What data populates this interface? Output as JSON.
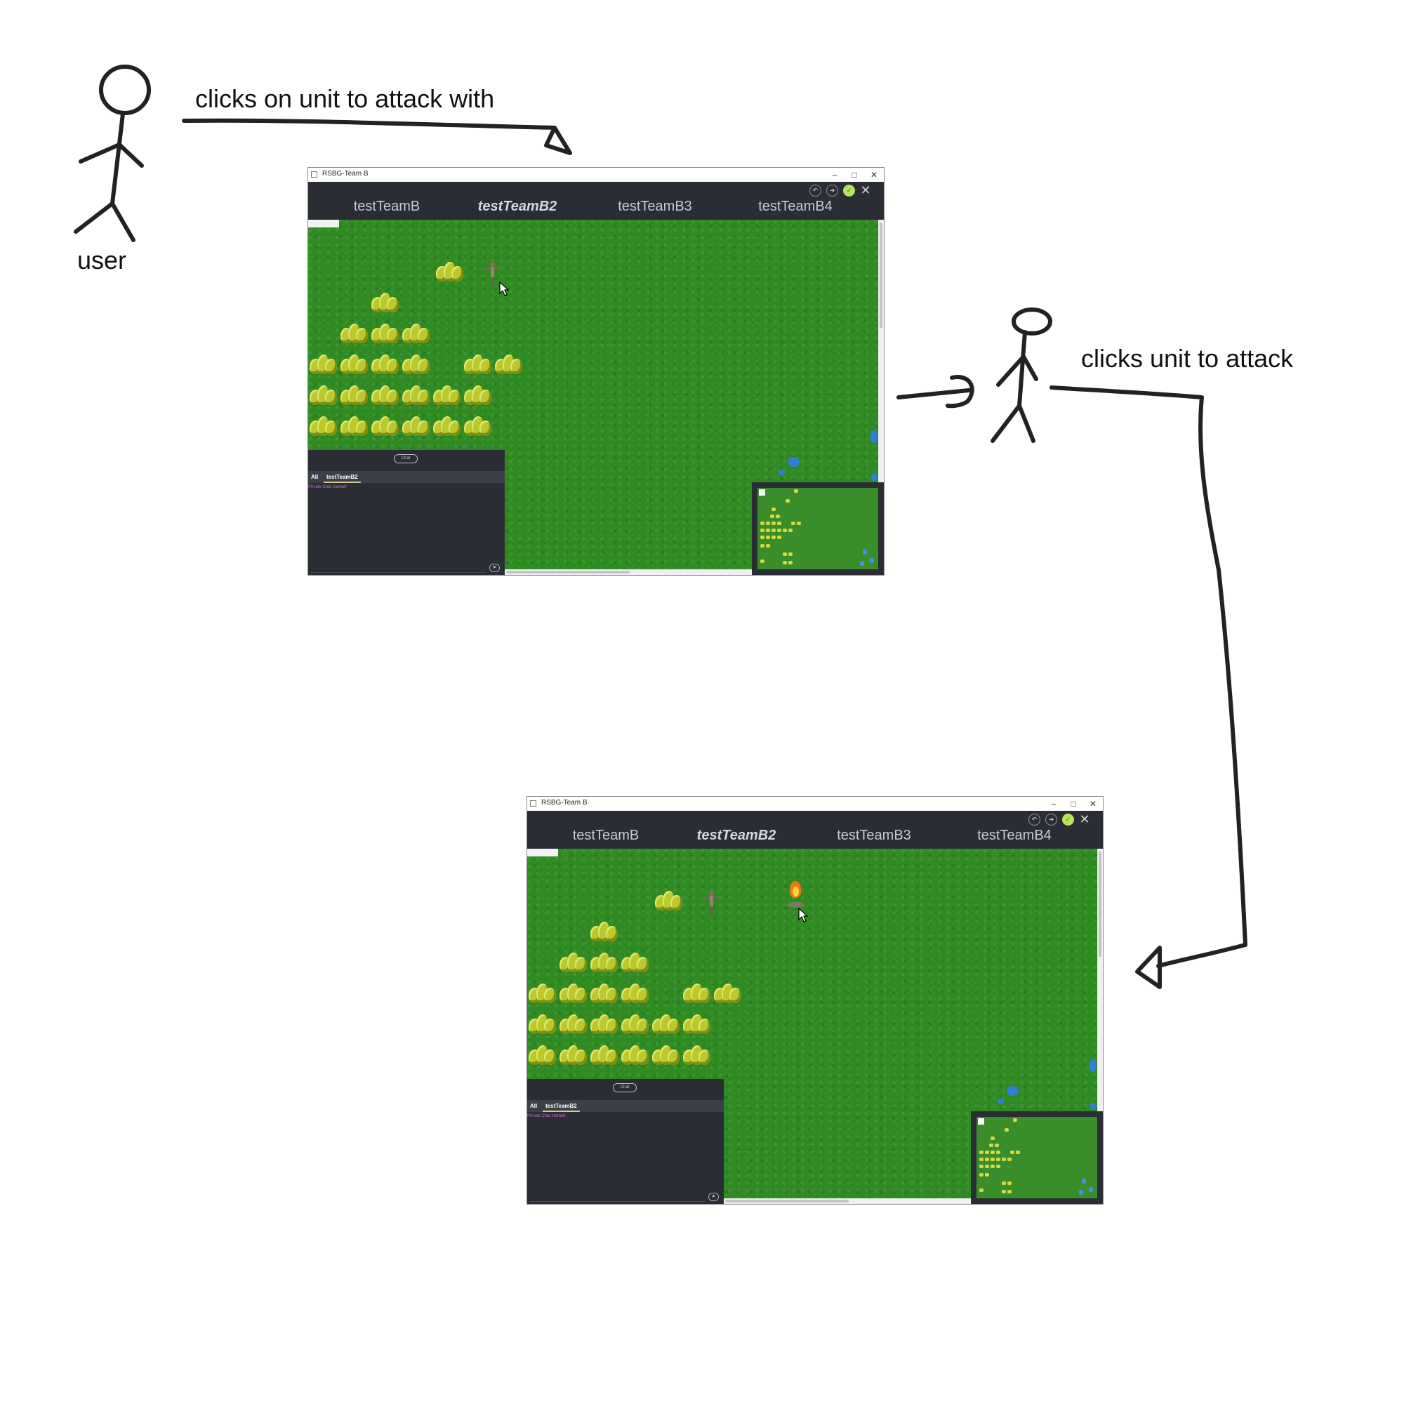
{
  "labels": {
    "user": "user",
    "step1": "clicks on unit to attack with",
    "step2": "clicks unit to attack"
  },
  "screens": [
    {
      "window_title": "RSBG-Team B",
      "tabs": [
        "testTeamB",
        "testTeamB2",
        "testTeamB3",
        "testTeamB4"
      ],
      "active_tab": "testTeamB2",
      "chat": {
        "toggle_label": "Chat",
        "tabs": [
          "All",
          "testTeamB2"
        ],
        "message": "Private Chat started!"
      }
    },
    {
      "window_title": "RSBG-Team B",
      "tabs": [
        "testTeamB",
        "testTeamB2",
        "testTeamB3",
        "testTeamB4"
      ],
      "active_tab": "testTeamB2",
      "chat": {
        "toggle_label": "Chat",
        "tabs": [
          "All",
          "testTeamB2"
        ],
        "message": "Private Chat started!"
      }
    }
  ],
  "colors": {
    "grass": "#2f8a22",
    "panel": "#2a2d34",
    "tree": "#bcc92d",
    "water": "#2f7fd6",
    "chat_message": "#d766d6",
    "accent_green": "#b6e45c"
  },
  "icons": [
    "stick-figure-icon",
    "back-icon",
    "forward-icon",
    "confirm-icon",
    "close-icon",
    "send-icon",
    "mouse-cursor-icon"
  ]
}
